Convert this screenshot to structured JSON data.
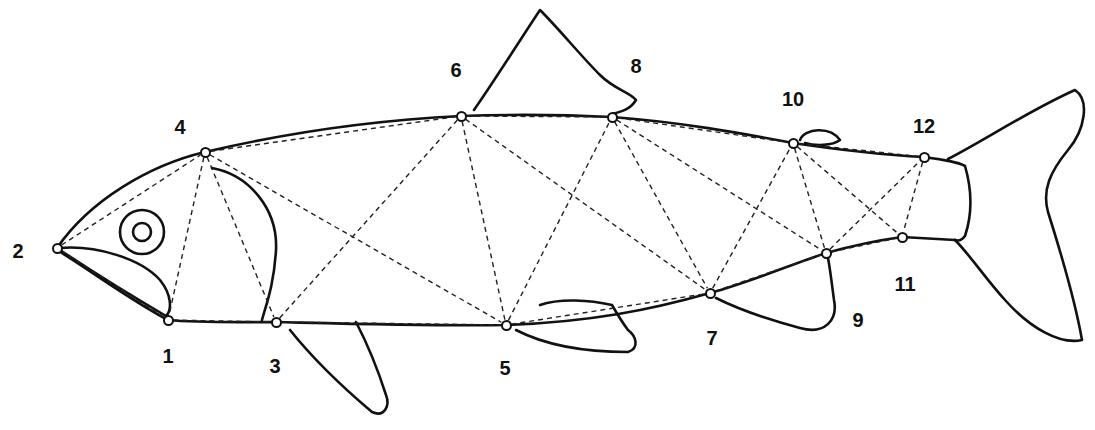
{
  "diagram": {
    "nodes": [
      {
        "text": [
          "1"
        ]
      },
      {
        "text": [
          "2"
        ]
      },
      {
        "text": [
          "3"
        ]
      },
      {
        "text": [
          "4"
        ]
      },
      {
        "text": [
          "5"
        ]
      },
      {
        "text": [
          "6"
        ]
      },
      {
        "text": [
          "7"
        ]
      },
      {
        "text": [
          "8"
        ]
      },
      {
        "text": [
          "9"
        ]
      },
      {
        "text": [
          "10"
        ]
      },
      {
        "text": [
          "11"
        ]
      },
      {
        "text": [
          "12"
        ]
      }
    ],
    "edges": [
      {
        "from": 1,
        "to": 3,
        "arrow": "none"
      },
      {
        "from": 1,
        "to": 0,
        "arrow": "none"
      },
      {
        "from": 3,
        "to": 0,
        "arrow": "none"
      },
      {
        "from": 3,
        "to": 2,
        "arrow": "none"
      },
      {
        "from": 0,
        "to": 2,
        "arrow": "none"
      },
      {
        "from": 3,
        "to": 5,
        "arrow": "none"
      },
      {
        "from": 3,
        "to": 4,
        "arrow": "none"
      },
      {
        "from": 2,
        "to": 5,
        "arrow": "none"
      },
      {
        "from": 2,
        "to": 4,
        "arrow": "none"
      },
      {
        "from": 5,
        "to": 4,
        "arrow": "none"
      },
      {
        "from": 5,
        "to": 7,
        "arrow": "none"
      },
      {
        "from": 5,
        "to": 6,
        "arrow": "none"
      },
      {
        "from": 4,
        "to": 7,
        "arrow": "none"
      },
      {
        "from": 4,
        "to": 6,
        "arrow": "none"
      },
      {
        "from": 7,
        "to": 6,
        "arrow": "none"
      },
      {
        "from": 7,
        "to": 9,
        "arrow": "none"
      },
      {
        "from": 7,
        "to": 8,
        "arrow": "none"
      },
      {
        "from": 6,
        "to": 9,
        "arrow": "none"
      },
      {
        "from": 6,
        "to": 8,
        "arrow": "none"
      },
      {
        "from": 9,
        "to": 8,
        "arrow": "none"
      },
      {
        "from": 9,
        "to": 11,
        "arrow": "none"
      },
      {
        "from": 9,
        "to": 10,
        "arrow": "none"
      },
      {
        "from": 8,
        "to": 11,
        "arrow": "none"
      },
      {
        "from": 8,
        "to": 10,
        "arrow": "none"
      },
      {
        "from": 11,
        "to": 10,
        "arrow": "none"
      }
    ]
  }
}
